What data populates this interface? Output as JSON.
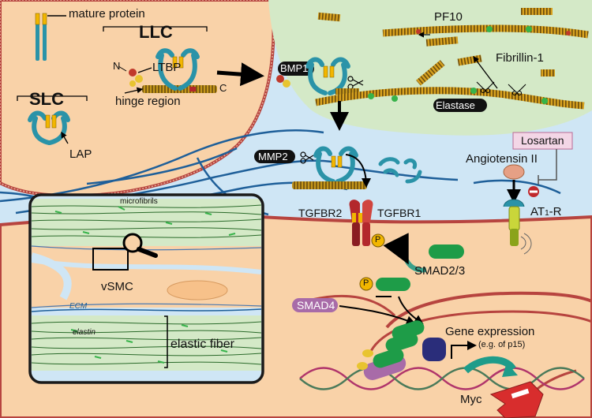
{
  "labels": {
    "mature_protein": "mature protein",
    "llc": "LLC",
    "slc": "SLC",
    "n_terminal": "N",
    "c_terminal": "C",
    "ltbp": "LTBP",
    "hinge_region": "hinge region",
    "lap": "LAP",
    "bmp1": "BMP1",
    "pf10": "PF10",
    "fibrillin1": "Fibrillin-1",
    "elastase": "Elastase",
    "mmp2": "MMP2",
    "losartan": "Losartan",
    "angiotensin2": "Angiotensin II",
    "tgfbr2": "TGFBR2",
    "tgfbr1": "TGFBR1",
    "at1r_prefix": "AT",
    "at1r_sub": "1",
    "at1r_suffix": "-R",
    "phospho": "P",
    "smad23": "SMAD2/3",
    "smad4": "SMAD4",
    "gene_expression": "Gene expression",
    "gene_expression_eg": "(e.g. of p15)",
    "myc": "Myc",
    "microfibrils": "microfibrils",
    "vsmc": "vSMC",
    "ecm": "ECM",
    "elastin": "elastin",
    "elastic_fiber": "elastic fiber"
  },
  "colors": {
    "cell": "#f9d2a8",
    "ecm": "#cfe6f5",
    "green_region": "#d4e9c7",
    "membrane": "#b7443f",
    "fiber": "#1e5f99",
    "lap": "#2a93a8",
    "mature": "#f2b600",
    "smad_green": "#1e9c48",
    "tgfbr": "#b3282c",
    "smad4": "#a86ba8",
    "losartan_bg": "#f3d6e6",
    "myc": "#d82d2d",
    "dna_a": "#b0356b",
    "dna_b": "#4a7a5a"
  },
  "icons": {
    "magnifier": "magnifier-icon",
    "scissors": "scissors-icon",
    "inhibit": "inhibition-icon"
  }
}
